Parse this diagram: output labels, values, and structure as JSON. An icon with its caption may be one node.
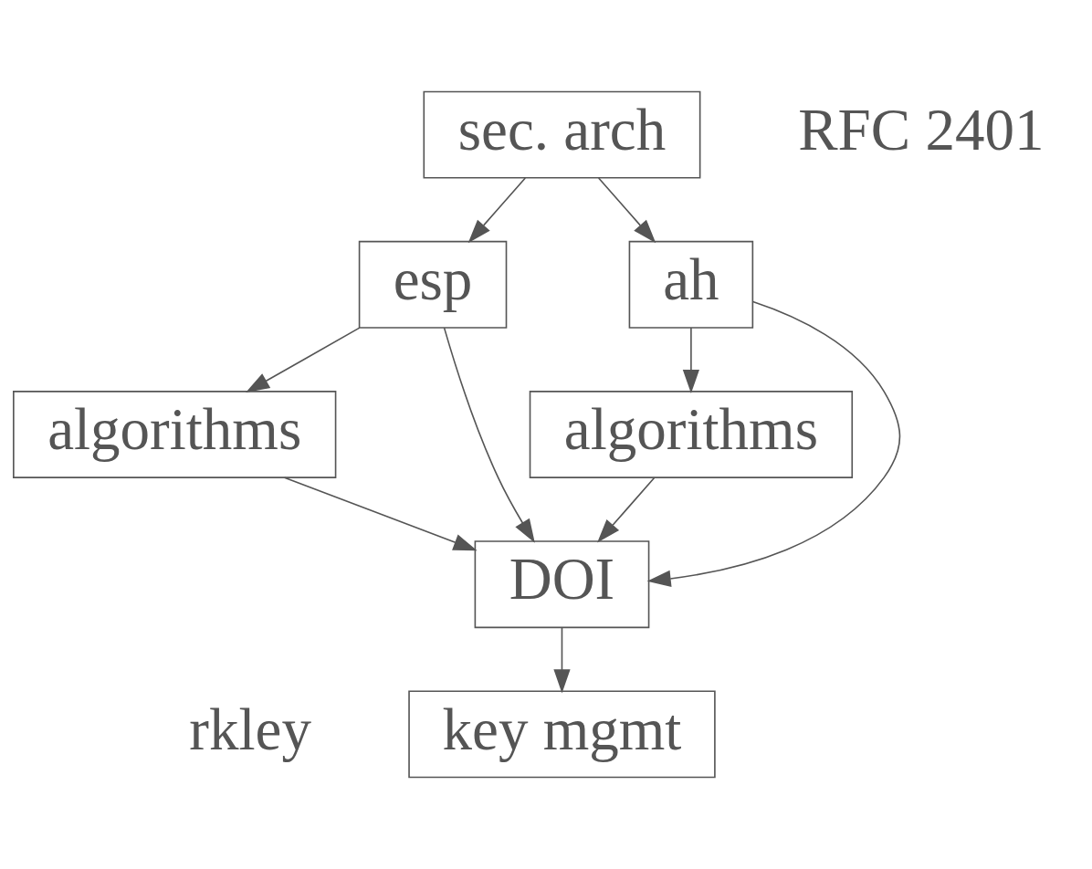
{
  "diagram": {
    "nodes": [
      {
        "text": [
          "sec. arch"
        ]
      },
      {
        "text": [
          "esp"
        ]
      },
      {
        "text": [
          "ah"
        ]
      },
      {
        "text": [
          "algorithms"
        ]
      },
      {
        "text": [
          "algorithms"
        ]
      },
      {
        "text": [
          "DOI"
        ]
      },
      {
        "text": [
          "key mgmt"
        ]
      }
    ],
    "edges": [
      {
        "from": 0,
        "to": 1,
        "arrow": "to"
      },
      {
        "from": 0,
        "to": 2,
        "arrow": "to"
      },
      {
        "from": 1,
        "to": 3,
        "arrow": "to"
      },
      {
        "from": 2,
        "to": 4,
        "arrow": "to"
      },
      {
        "from": 1,
        "to": 5,
        "arrow": "to"
      },
      {
        "from": 3,
        "to": 5,
        "arrow": "to"
      },
      {
        "from": 4,
        "to": 5,
        "arrow": "to"
      },
      {
        "from": 2,
        "to": 5,
        "arrow": "to"
      },
      {
        "from": 5,
        "to": 6,
        "arrow": "to"
      }
    ],
    "labels": [
      "RFC 2401",
      "rkley"
    ]
  }
}
